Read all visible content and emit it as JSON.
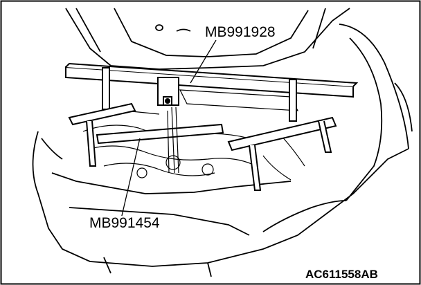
{
  "labels": {
    "tool_top": "MB991928",
    "tool_bottom": "MB991454",
    "figure_id": "AC611558AB"
  }
}
